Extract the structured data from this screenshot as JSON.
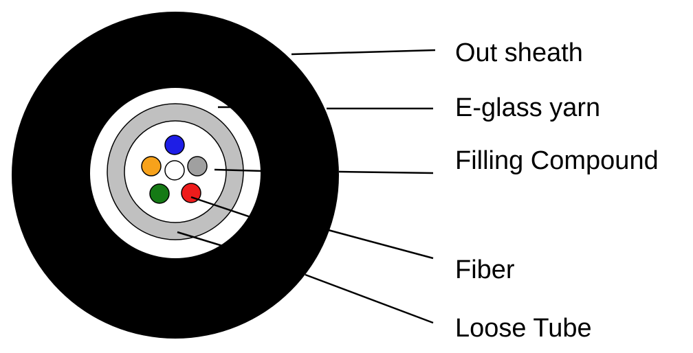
{
  "labels": {
    "out_sheath": "Out sheath",
    "eglass_yarn": "E-glass yarn",
    "filling_compound": "Filling Compound",
    "fiber": "Fiber",
    "loose_tube": "Loose Tube"
  },
  "colors": {
    "sheath": "#000000",
    "yarn": "#ffffff",
    "tube": "#c0c0c0",
    "compound": "#ffffff",
    "fiber_blue": "#1e1ee6",
    "fiber_orange": "#f7a21b",
    "fiber_gray": "#a0a0a0",
    "fiber_green": "#157a15",
    "fiber_red": "#ee1c1c",
    "fiber_center": "#ffffff"
  }
}
